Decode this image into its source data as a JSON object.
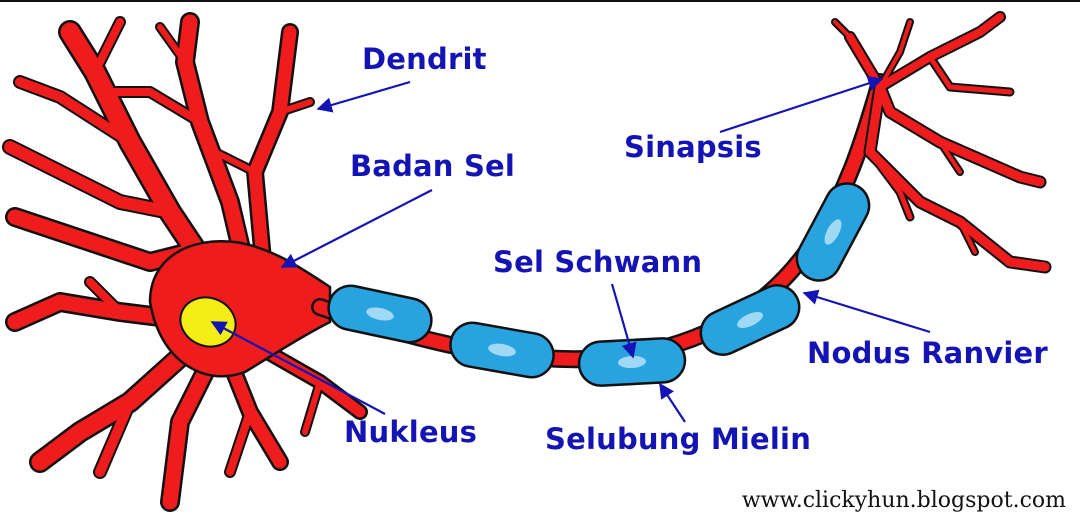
{
  "labels": {
    "dendrit": "Dendrit",
    "badan_sel": "Badan Sel",
    "sinapsis": "Sinapsis",
    "sel_schwann": "Sel Schwann",
    "nodus_ranvier": "Nodus Ranvier",
    "nukleus": "Nukleus",
    "selubung_mielin": "Selubung Mielin"
  },
  "watermark": "www.clickyhun.blogspot.com",
  "colors": {
    "neuron_red": "#ee1c1c",
    "myelin_blue": "#29a3e0",
    "myelin_highlight": "#9fd9f6",
    "nucleus_yellow": "#f5ee16",
    "label_blue": "#1414b4",
    "arrow_blue": "#1414b4",
    "outline": "#111111"
  }
}
